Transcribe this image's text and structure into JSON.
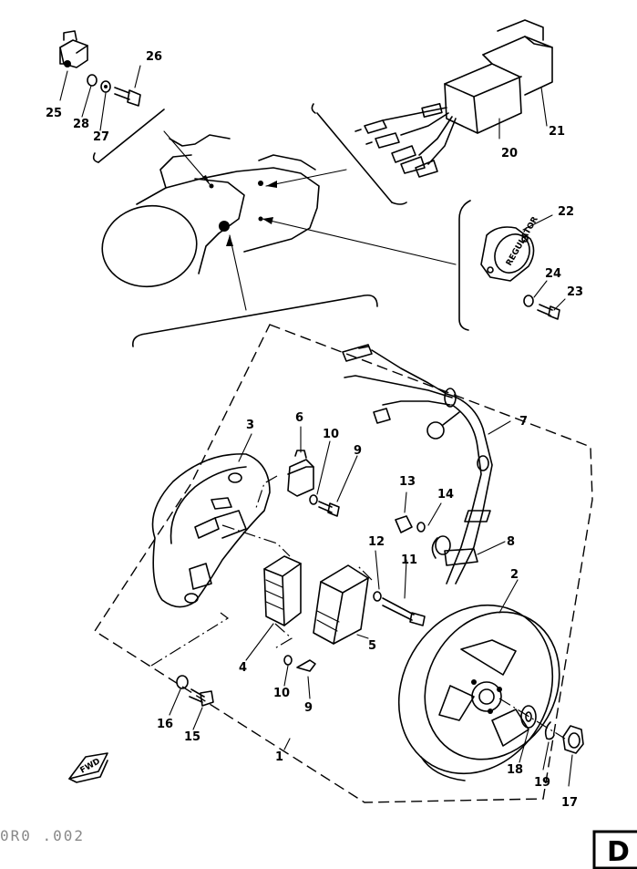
{
  "diagram": {
    "callouts": [
      {
        "id": "c1",
        "text": "1"
      },
      {
        "id": "c2",
        "text": "2"
      },
      {
        "id": "c3",
        "text": "3"
      },
      {
        "id": "c4",
        "text": "4"
      },
      {
        "id": "c5",
        "text": "5"
      },
      {
        "id": "c6",
        "text": "6"
      },
      {
        "id": "c7",
        "text": "7"
      },
      {
        "id": "c8",
        "text": "8"
      },
      {
        "id": "c9a",
        "text": "9"
      },
      {
        "id": "c9b",
        "text": "9"
      },
      {
        "id": "c10a",
        "text": "10"
      },
      {
        "id": "c10b",
        "text": "10"
      },
      {
        "id": "c11",
        "text": "11"
      },
      {
        "id": "c12",
        "text": "12"
      },
      {
        "id": "c13",
        "text": "13"
      },
      {
        "id": "c14",
        "text": "14"
      },
      {
        "id": "c15",
        "text": "15"
      },
      {
        "id": "c16",
        "text": "16"
      },
      {
        "id": "c17",
        "text": "17"
      },
      {
        "id": "c18",
        "text": "18"
      },
      {
        "id": "c19",
        "text": "19"
      },
      {
        "id": "c20",
        "text": "20"
      },
      {
        "id": "c21",
        "text": "21"
      },
      {
        "id": "c22",
        "text": "22"
      },
      {
        "id": "c23",
        "text": "23"
      },
      {
        "id": "c24",
        "text": "24"
      },
      {
        "id": "c25",
        "text": "25"
      },
      {
        "id": "c26",
        "text": "26"
      },
      {
        "id": "c27",
        "text": "27"
      },
      {
        "id": "c28",
        "text": "28"
      }
    ],
    "fwd_label": "FWD",
    "rectifier_label": "REGULATOR",
    "footer_code": "0R0 .002",
    "section_letter": "D"
  }
}
